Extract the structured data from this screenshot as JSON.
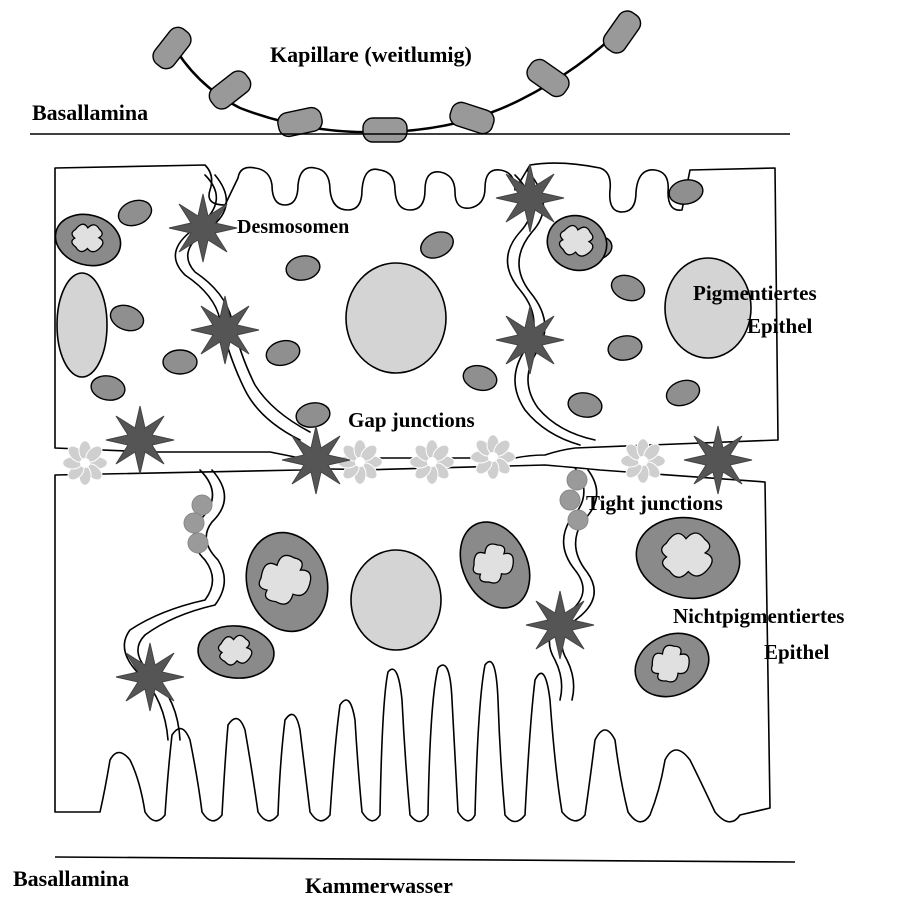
{
  "labels": {
    "capillary": "Kapillare (weitlumig)",
    "basal_lamina_top": "Basallamina",
    "desmosomes": "Desmosomen",
    "pigmented_line1": "Pigmentiertes",
    "pigmented_line2": "Epithel",
    "gap_junctions": "Gap junctions",
    "tight_junctions": "Tight junctions",
    "nonpigmented_line1": "Nichtpigmentiertes",
    "nonpigmented_line2": "Epithel",
    "basal_lamina_bottom": "Basallamina",
    "aqueous_humor": "Kammerwasser"
  },
  "colors": {
    "outline": "#000000",
    "nucleus": "#d4d4d4",
    "granule": "#8f8f8f",
    "mitochondrion": "#8a8a8a",
    "mito_inner": "#e0e0e0",
    "desmosome": "#555555",
    "gap_junction": "#cfcfcf",
    "tight_junction": "#9a9a9a",
    "capillary_cell": "#999999"
  },
  "icons": {
    "desmosome": "star-burst",
    "gap_junction": "flower",
    "tight_junction": "bead-cluster",
    "mitochondrion": "cristae-oval"
  }
}
